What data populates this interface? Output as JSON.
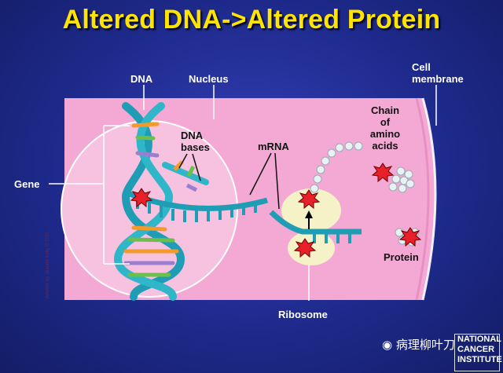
{
  "title": "Altered DNA->Altered Protein",
  "labels": {
    "dna": "DNA",
    "nucleus": "Nucleus",
    "cell_membrane_line1": "Cell",
    "cell_membrane_line2": "membrane",
    "dna_bases_line1": "DNA",
    "dna_bases_line2": "bases",
    "mrna": "mRNA",
    "chain_line1": "Chain",
    "chain_line2": "of",
    "chain_line3": "amino",
    "chain_line4": "acids",
    "gene": "Gene",
    "protein": "Protein",
    "ribosome": "Ribosome"
  },
  "credit": "Artwork by Jeanne Kelly © 2001",
  "watermark": {
    "text": "病理柳叶刀",
    "logo_line1": "NATIONAL",
    "logo_line2": "CANCER",
    "logo_line3": "INSTITUTE"
  },
  "colors": {
    "title": "#ffe400",
    "background": "#1e2a8c",
    "cell": "#f4a8d4",
    "nucleus": "#f6c2e0",
    "strand": "#1f9db4",
    "mutation": "#e8202a",
    "ribosome": "#f6f2c8"
  }
}
